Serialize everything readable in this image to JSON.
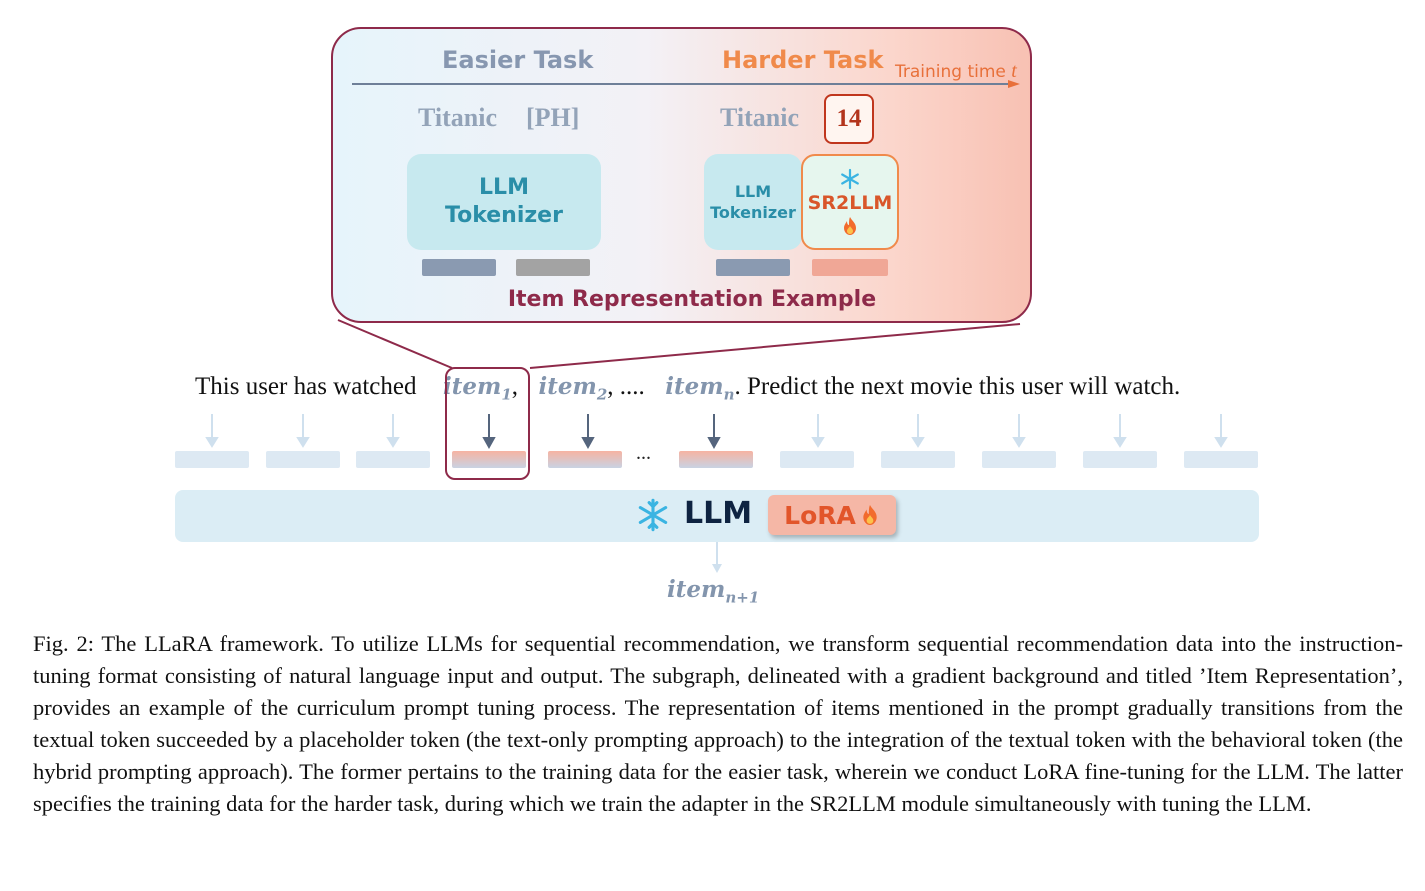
{
  "panel": {
    "easier_label": "Easier Task",
    "harder_label": "Harder Task",
    "time_label": "Training time",
    "time_var": "t",
    "left_text": "Titanic",
    "left_placeholder": "[PH]",
    "right_text": "Titanic",
    "right_token": "14",
    "tokenizer_left_line1": "LLM",
    "tokenizer_left_line2": "Tokenizer",
    "tokenizer_right_line1": "LLM",
    "tokenizer_right_line2": "Tokenizer",
    "sr2llm_label": "SR2LLM",
    "title": "Item Representation Example"
  },
  "sentence": {
    "prefix": "This user has watched",
    "item": "item",
    "sub1": "1",
    "sub2": "2",
    "subn": "n",
    "sep1": ",",
    "sep2": ", ....",
    "suffix": ". Predict the next movie this user will watch.",
    "dots": "..."
  },
  "model": {
    "llm_label": "LLM",
    "lora_label": "LoRA"
  },
  "output": {
    "item": "item",
    "sub": "n+1"
  },
  "caption": "Fig. 2: The LLaRA framework. To utilize LLMs for sequential recommendation, we transform sequential recommendation data into the instruction-tuning format consisting of natural language input and output. The subgraph, delineated with a gradient background and titled ’Item Representation’, provides an example of the curriculum prompt tuning process. The representation of items mentioned in the prompt gradually transitions from the textual token succeeded by a placeholder token (the text-only prompting approach) to the integration of the textual token with the behavioral token (the hybrid prompting approach). The former pertains to the training data for the easier task, wherein we conduct LoRA fine-tuning for the LLM. The latter specifies the training data for the harder task, during which we train the adapter in the SR2LLM module simultaneously with tuning the LLM.",
  "icons": {
    "snowflake": "snowflake-icon",
    "fire": "fire-icon"
  }
}
